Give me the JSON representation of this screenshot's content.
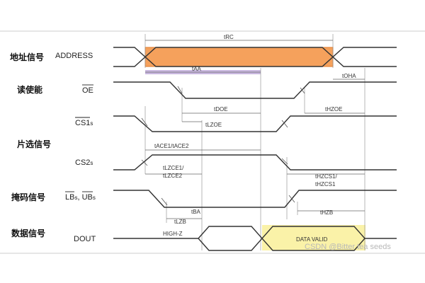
{
  "groups": {
    "address": "地址信号",
    "read_enable": "读使能",
    "chip_select": "片选信号",
    "mask": "掩码信号",
    "data": "数据信号"
  },
  "signals": {
    "address": "ADDRESS",
    "oe": "OE",
    "cs1": "CS1",
    "cs1_sub": "s",
    "cs2": "CS2",
    "cs2_sub": "s",
    "lb": "LB",
    "lb_sub": "s",
    "sep": ", ",
    "ub": "UB",
    "ub_sub": "s",
    "dout": "DOUT"
  },
  "timing": {
    "trc": "tRC",
    "taa": "tAA",
    "toha": "tOHA",
    "tdoe": "tDOE",
    "thzoe": "tHZOE",
    "tlzoe": "tLZOE",
    "tace": "tACE1/tACE2",
    "tlzce1": "tLZCE1/",
    "tlzce2": "tLZCE2",
    "thzcs1a": "tHZCS1/",
    "thzcs1b": "tHZCS1",
    "tba": "tBA",
    "tlzb": "tLZB",
    "thzb": "tHZB"
  },
  "dout": {
    "highz": "HIGH-Z",
    "valid": "DATA VALID"
  },
  "watermark": "CSDN @Bitter tea seeds",
  "colors": {
    "address_highlight": "#f5a15c",
    "address_border": "#e07a2a",
    "taa_highlight": "#c9b8e0",
    "data_valid_highlight": "#faf2a8",
    "signal_line": "#333333"
  }
}
